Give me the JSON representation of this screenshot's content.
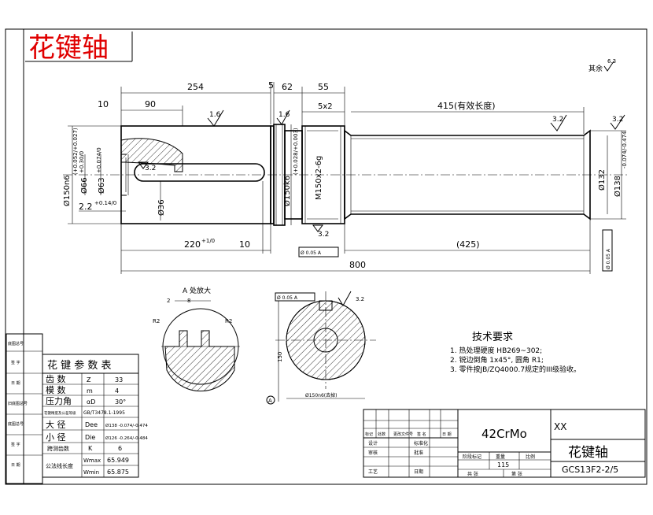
{
  "part_title": "花键轴",
  "roughness_other": "其余",
  "roughness_other_value": "6.3",
  "dims": {
    "d254": "254",
    "d5": "5",
    "d62": "62",
    "d55": "55",
    "d10_top": "10",
    "d90": "90",
    "d5x2": "5x2",
    "d415": "415(有效长度)",
    "r16a": "1.6",
    "r16b": "1.6",
    "r32a": "3.2",
    "r32b": "3.2",
    "r32c": "3.2",
    "r32d": "3.2",
    "dia150n6": "Ø150n6",
    "tol150n6": "(+0.052/+0.027)",
    "dia66": "Ø66",
    "tol66": "+0.30/0",
    "dia63": "Ø63",
    "tol63": "+0.074/0",
    "d22": "2.2",
    "tol22": "+0.14/0",
    "dia36": "Ø36",
    "dia150k6": "Ø150k6",
    "tol150k6": "(+0.028/+0.003)",
    "thread": "M150x2-6g",
    "dia132": "Ø132",
    "dia138": "Ø138",
    "tol138": "-0.074/-0.474",
    "d220": "220",
    "tol220": "+1/0",
    "d10_bot": "10",
    "d425": "(425)",
    "d800": "800",
    "gtol_a": "Ø 0.05 A",
    "gtol_b": "Ø 0.05 A"
  },
  "detail_a": {
    "title": "A 处放大",
    "dim_2": "2",
    "dim_kw": "8",
    "dim_r2a": "R2",
    "dim_r2b": "R2"
  },
  "section": {
    "mark": "Ø 0.05 A",
    "rough": "3.2",
    "dim_150": "150",
    "dim_dia": "Ø150n6(去掉)",
    "datum": "A"
  },
  "tech_req": {
    "title": "技术要求",
    "items": [
      "1. 热处理硬度 HB269~302;",
      "2. 锐边倒角 1x45°, 圆角 R1;",
      "3. 零件按JB/ZQ4000.7规定的III级验收。"
    ]
  },
  "side_blocks": [
    "底图总号",
    "签 字",
    "日 期",
    "旧底图总号",
    "底图总号",
    "签 字",
    "日 期"
  ],
  "spline_table": {
    "title": "花 键 参 数 表",
    "rows": [
      {
        "name": "齿    数",
        "sym": "Z",
        "val": "33"
      },
      {
        "name": "模    数",
        "sym": "m",
        "val": "4"
      },
      {
        "name": "压力角",
        "sym": "αD",
        "val": "30°"
      },
      {
        "name": "花键精度及公差等级",
        "sym": "GB/T3478.1-1995",
        "val": ""
      },
      {
        "name": "大    径",
        "sym": "Dee",
        "val": "Ø138 -0.074/-0.474"
      },
      {
        "name": "小    径",
        "sym": "Die",
        "val": "Ø126 -0.264/-0.484"
      },
      {
        "name": "跨测齿数",
        "sym": "K",
        "val": "6"
      },
      {
        "name": "公法线长度",
        "sym": "Wmax",
        "val": "65.949"
      },
      {
        "name": "",
        "sym": "Wmin",
        "val": "65.875"
      }
    ]
  },
  "title_block": {
    "material": "42CrMo",
    "company": "XX",
    "part_name": "花键轴",
    "drawing_no": "GCS13F2-2/5",
    "mass": "115",
    "row_labels": [
      "标记",
      "处数",
      "更改文件号",
      "签 名",
      "日 期"
    ],
    "labels": [
      "设计",
      "标准化",
      "审核",
      "工艺",
      "批准",
      "日期"
    ],
    "cols": [
      "阶段标记",
      "重量",
      "比例"
    ],
    "sheet": [
      "共  张",
      "第  张"
    ]
  },
  "colors": {
    "title_red": "#e00000",
    "line": "#000000"
  }
}
